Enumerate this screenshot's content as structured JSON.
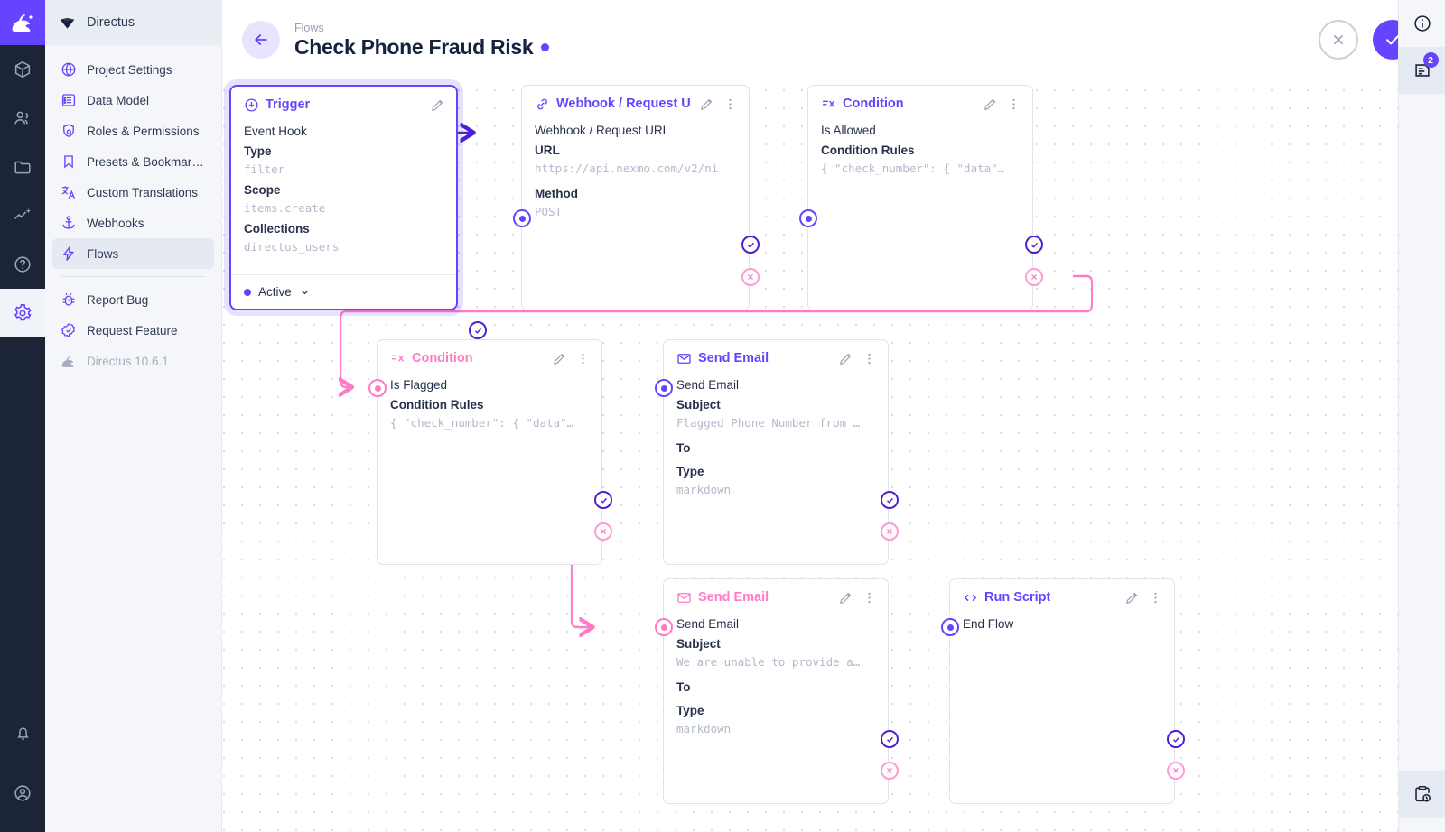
{
  "rail": {
    "logo_icon": "rabbit-logo-icon",
    "items": [
      {
        "name": "content-box-icon",
        "active": false
      },
      {
        "name": "users-icon",
        "active": false
      },
      {
        "name": "folder-icon",
        "active": false
      },
      {
        "name": "insights-icon",
        "active": false
      },
      {
        "name": "help-circle-icon",
        "active": false
      },
      {
        "name": "settings-gear-icon",
        "active": true
      }
    ],
    "bottom": [
      {
        "name": "bell-notifications-icon"
      },
      {
        "name": "account-avatar-icon"
      }
    ]
  },
  "sidebar": {
    "header_title": "Directus",
    "header_icon": "directus-diamond-icon",
    "items": [
      {
        "label": "Project Settings",
        "icon": "public-globe-icon"
      },
      {
        "label": "Data Model",
        "icon": "list-alt-icon"
      },
      {
        "label": "Roles & Permissions",
        "icon": "admin-shield-icon"
      },
      {
        "label": "Presets & Bookmar…",
        "icon": "bookmark-icon"
      },
      {
        "label": "Custom Translations",
        "icon": "translate-icon"
      },
      {
        "label": "Webhooks",
        "icon": "anchor-icon"
      },
      {
        "label": "Flows",
        "icon": "bolt-icon",
        "selected": true
      }
    ],
    "secondary": [
      {
        "label": "Report Bug",
        "icon": "bug-report-icon"
      },
      {
        "label": "Request Feature",
        "icon": "verified-badge-icon"
      }
    ],
    "version": {
      "label": "Directus 10.6.1",
      "icon": "rabbit-logo-icon"
    }
  },
  "header": {
    "breadcrumb": "Flows",
    "title": "Check Phone Fraud Risk",
    "status_dot_color": "#6644ff",
    "back_icon": "arrow-left-icon",
    "cancel_icon": "close-x-icon",
    "save_icon": "check-icon"
  },
  "utilbar": {
    "info_icon": "info-circle-icon",
    "logs_icon": "flow-logs-icon",
    "logs_badge": "2",
    "history_icon": "clipboard-clock-icon"
  },
  "nodes": [
    {
      "id": "trigger",
      "title": "Trigger",
      "icon": "trigger-bolt-circle-icon",
      "accent": "#6644ff",
      "selected": true,
      "op_name": "Event Hook",
      "fields": [
        {
          "key": "Type",
          "value": "filter"
        },
        {
          "key": "Scope",
          "value": "items.create"
        },
        {
          "key": "Collections",
          "value": "directus_users"
        }
      ],
      "footer": {
        "status": "Active",
        "chevron": "chevron-down-icon"
      },
      "has_menu": false
    },
    {
      "id": "webhook",
      "title": "Webhook / Request U",
      "icon": "link-chain-icon",
      "accent": "#6644ff",
      "op_name": "Webhook / Request URL",
      "fields": [
        {
          "key": "URL",
          "value": "https://api.nexmo.com/v2/ni"
        },
        {
          "key": "Method",
          "value": "POST"
        }
      ],
      "has_menu": true
    },
    {
      "id": "condition-allowed",
      "title": "Condition",
      "icon": "condition-filter-icon",
      "accent": "#6644ff",
      "op_name": "Is Allowed",
      "fields": [
        {
          "key": "Condition Rules",
          "value": "{ \"check_number\": { \"data\"…"
        }
      ],
      "has_menu": true
    },
    {
      "id": "condition-flagged",
      "title": "Condition",
      "icon": "condition-filter-icon",
      "accent": "#ff7bc8",
      "op_name": "Is Flagged",
      "fields": [
        {
          "key": "Condition Rules",
          "value": "{ \"check_number\": { \"data\"…"
        }
      ],
      "has_menu": true
    },
    {
      "id": "send-email-flagged",
      "title": "Send Email",
      "icon": "mail-envelope-icon",
      "accent": "#6644ff",
      "op_name": "Send Email",
      "fields": [
        {
          "key": "Subject",
          "value": "Flagged Phone Number from …"
        },
        {
          "key": "To",
          "value": ""
        },
        {
          "key": "Type",
          "value": "markdown"
        }
      ],
      "has_menu": true
    },
    {
      "id": "send-email-unable",
      "title": "Send Email",
      "icon": "mail-envelope-icon",
      "accent": "#ff7bc8",
      "op_name": "Send Email",
      "fields": [
        {
          "key": "Subject",
          "value": "We are unable to provide a…"
        },
        {
          "key": "To",
          "value": ""
        },
        {
          "key": "Type",
          "value": "markdown"
        }
      ],
      "has_menu": true
    },
    {
      "id": "run-script",
      "title": "Run Script",
      "icon": "code-brackets-icon",
      "accent": "#6644ff",
      "op_name": "End Flow",
      "fields": [],
      "has_menu": true
    }
  ]
}
